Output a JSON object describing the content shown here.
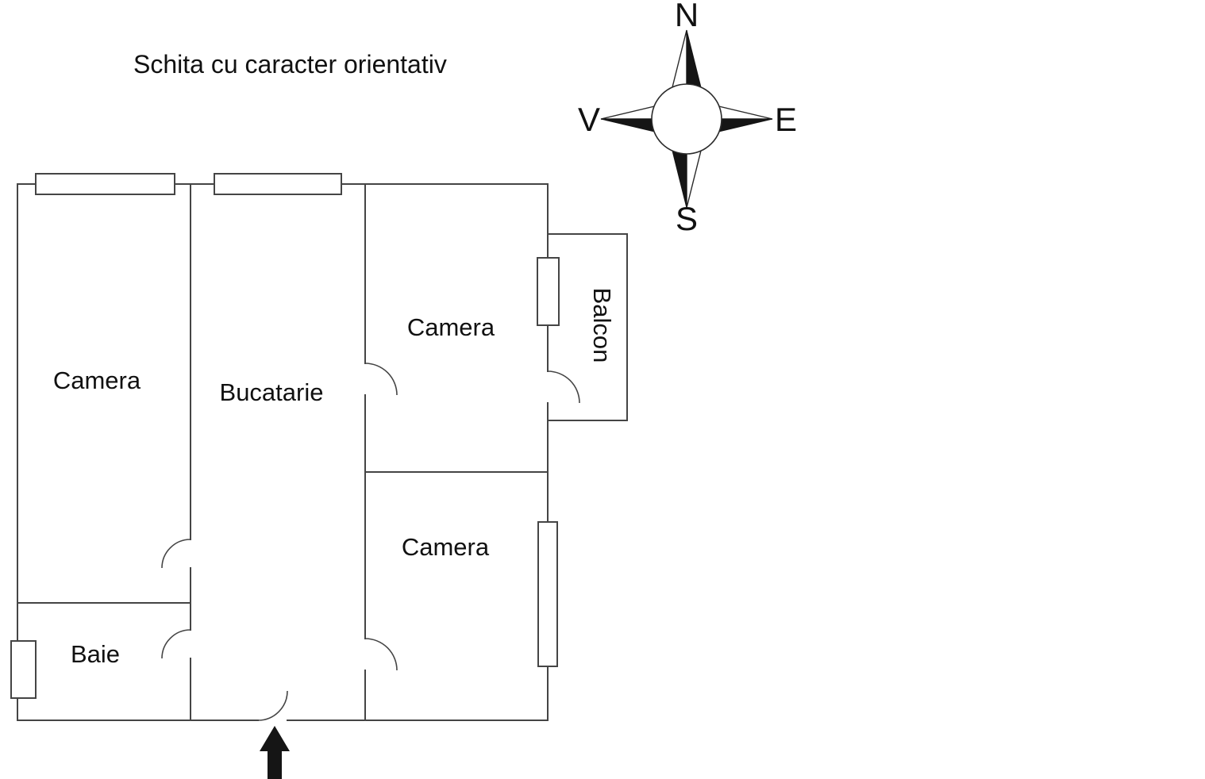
{
  "title": "Schita cu caracter orientativ",
  "compass": {
    "north": "N",
    "south": "S",
    "east": "E",
    "west": "V"
  },
  "rooms": {
    "camera_left": {
      "label": "Camera"
    },
    "bucatarie": {
      "label": "Bucatarie"
    },
    "camera_top_right": {
      "label": "Camera"
    },
    "balcon": {
      "label": "Balcon"
    },
    "camera_bottom_right": {
      "label": "Camera"
    },
    "baie": {
      "label": "Baie"
    }
  },
  "colors": {
    "wall_line": "#454545",
    "text": "#111111",
    "compass_fill": "#151515",
    "arrow_fill": "#151515",
    "background": "#ffffff"
  }
}
